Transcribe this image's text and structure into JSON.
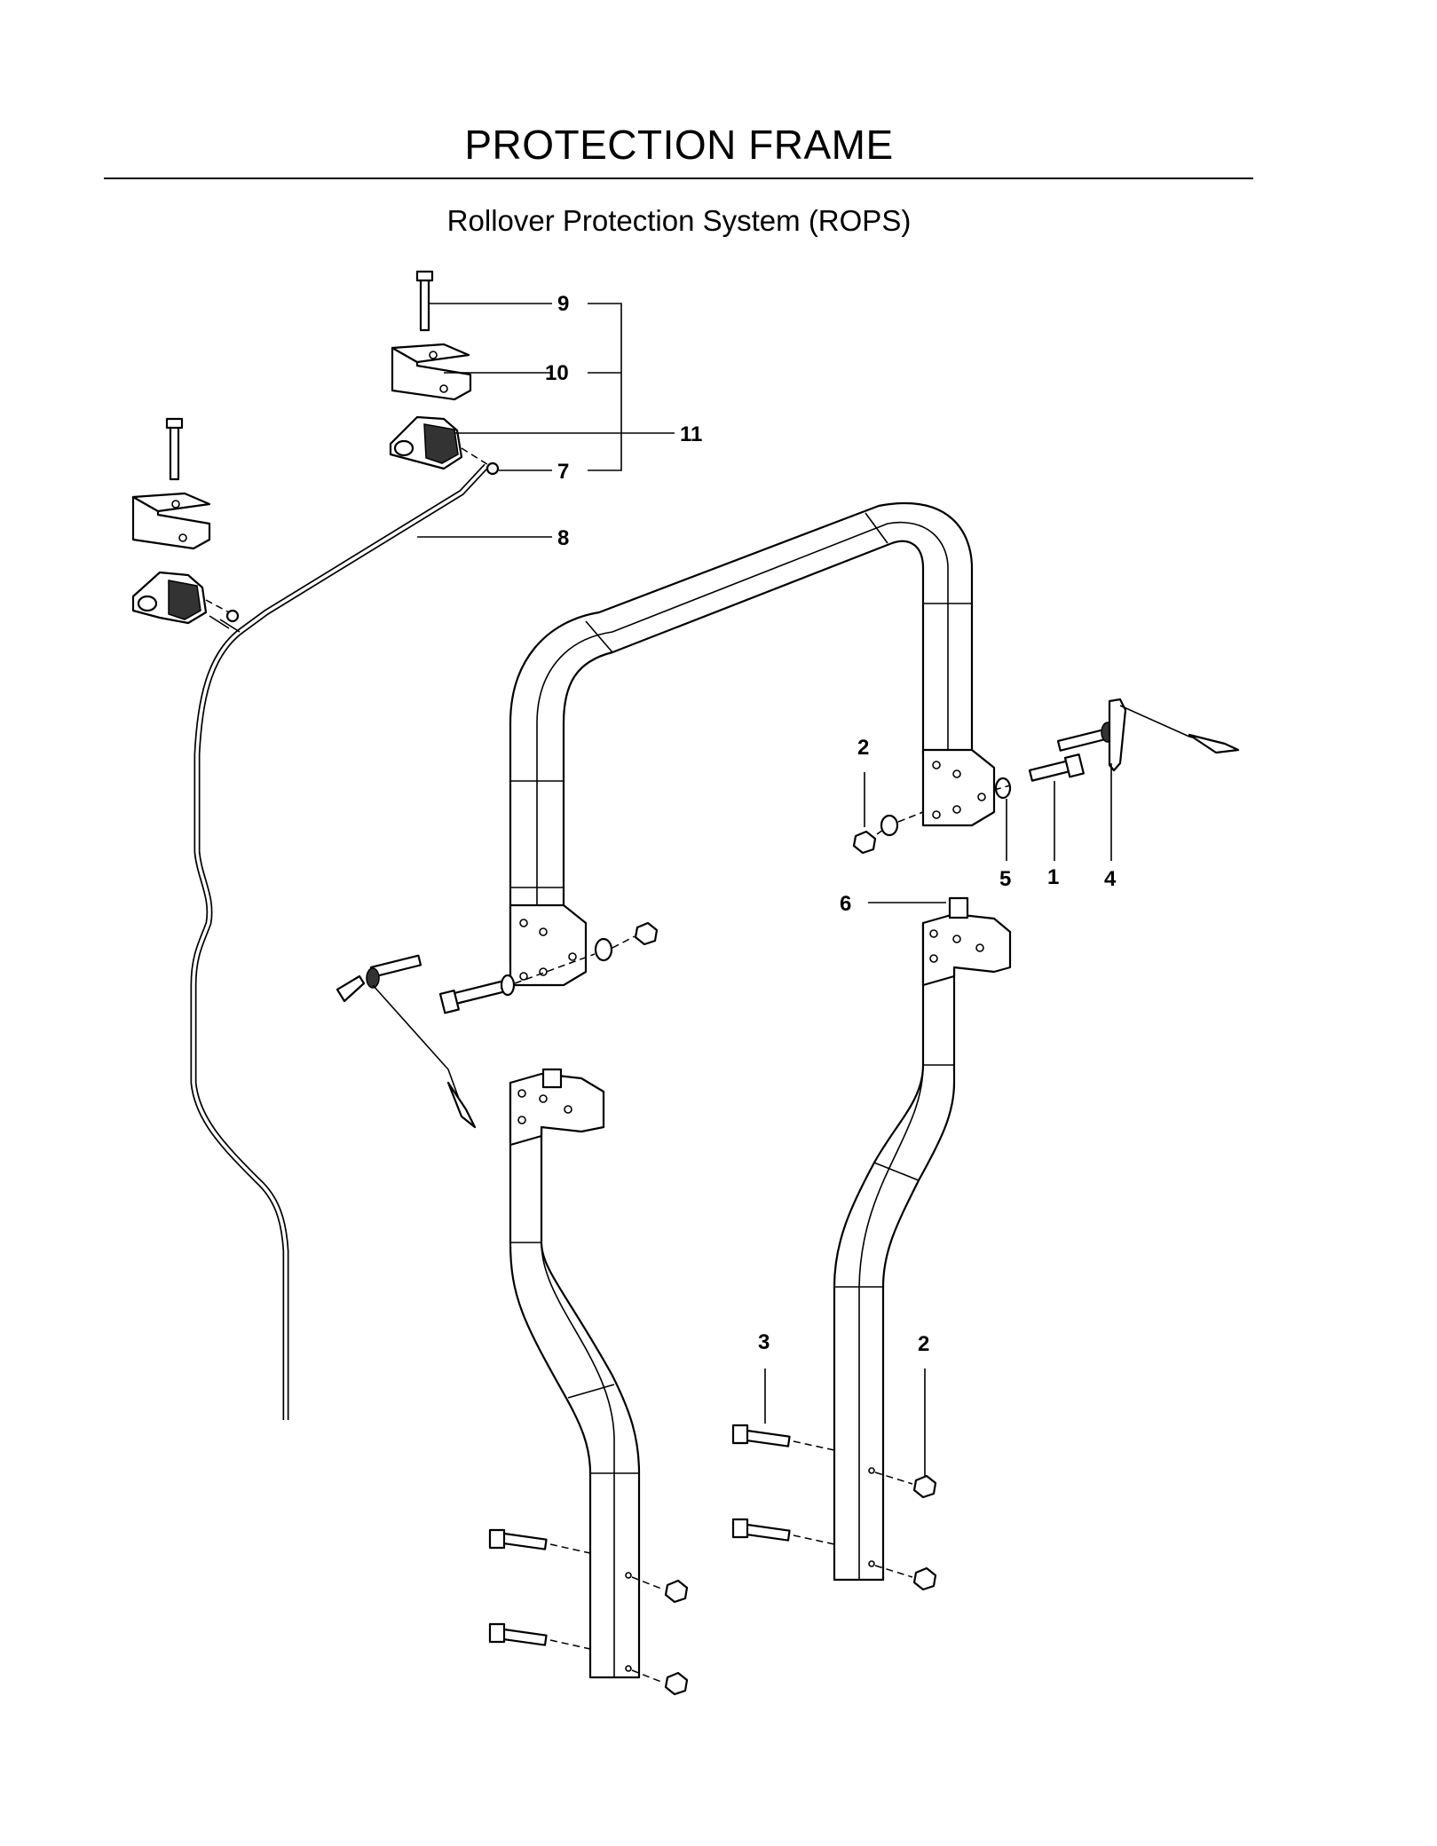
{
  "header": {
    "title": "PROTECTION FRAME",
    "subtitle": "Rollover Protection System (ROPS)"
  },
  "callouts": [
    {
      "id": "c9",
      "label": "9"
    },
    {
      "id": "c10",
      "label": "10"
    },
    {
      "id": "c11",
      "label": "11"
    },
    {
      "id": "c7",
      "label": "7"
    },
    {
      "id": "c8",
      "label": "8"
    },
    {
      "id": "c2a",
      "label": "2"
    },
    {
      "id": "c5",
      "label": "5"
    },
    {
      "id": "c1",
      "label": "1"
    },
    {
      "id": "c4",
      "label": "4"
    },
    {
      "id": "c6",
      "label": "6"
    },
    {
      "id": "c3",
      "label": "3"
    },
    {
      "id": "c2b",
      "label": "2"
    }
  ]
}
